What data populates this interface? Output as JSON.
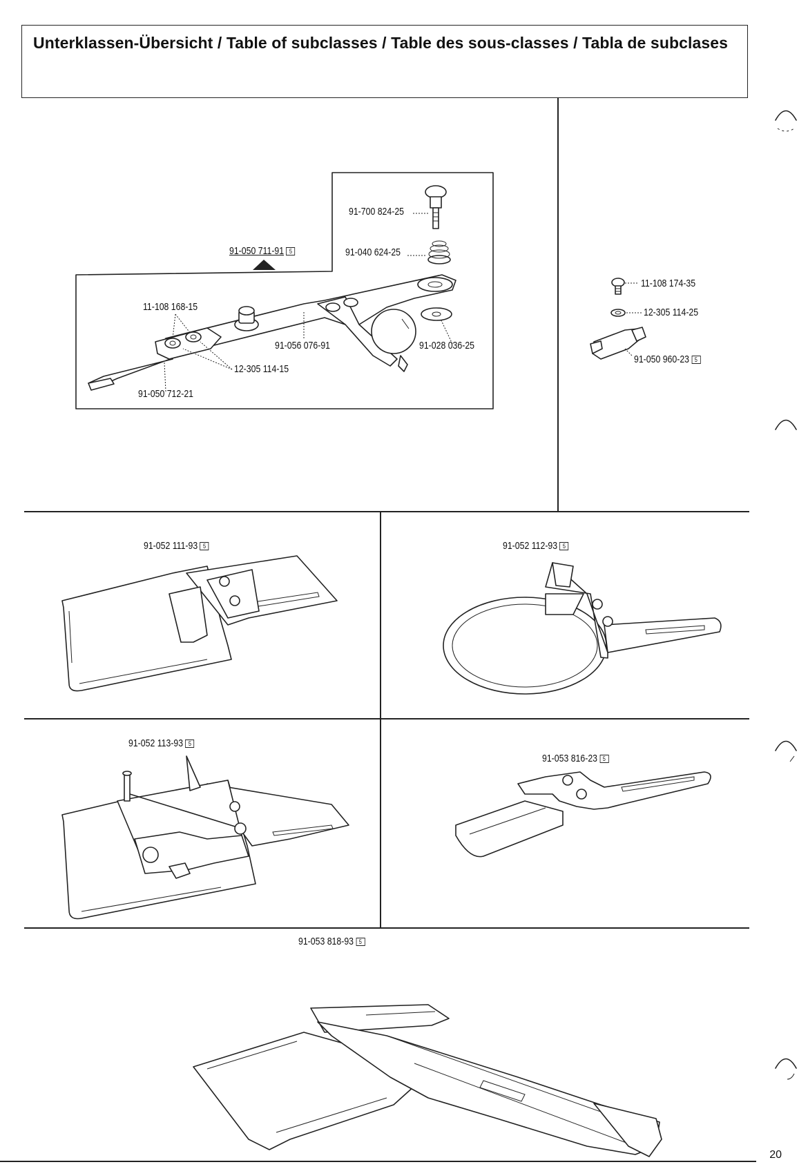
{
  "header": {
    "title": "Unterklassen-Übersicht / Table of subclasses / Table des sous-classes / Tabla de subclases"
  },
  "top_assembly": {
    "main_part": "91-050 711-91",
    "parts": {
      "p1": "91-700 824-25",
      "p2": "91-040 624-25",
      "p3": "11-108 168-15",
      "p4": "91-056 076-91",
      "p5": "91-028 036-25",
      "p6": "12-305 114-15",
      "p7": "91-050 712-21"
    }
  },
  "right_assembly": {
    "parts": {
      "p1": "11-108 174-35",
      "p2": "12-305 114-25",
      "p3": "91-050 960-23"
    }
  },
  "grid": {
    "a": "91-052 111-93",
    "b": "91-052 112-93",
    "c": "91-052 113-93",
    "d": "91-053 816-23",
    "e": "91-053 818-93"
  },
  "badge": "5",
  "page_number": "20"
}
